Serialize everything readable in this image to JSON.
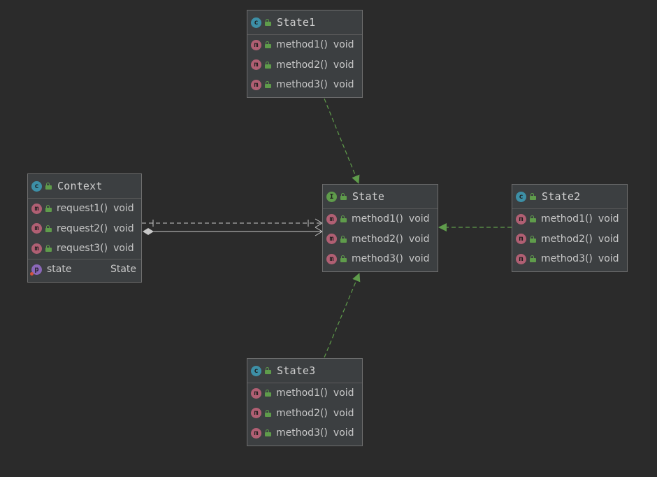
{
  "diagram": {
    "classes": [
      {
        "name": "State1",
        "kind_icon": "class-icon",
        "badge_letter": "c",
        "methods": [
          {
            "name": "method1()",
            "type": "void"
          },
          {
            "name": "method2()",
            "type": "void"
          },
          {
            "name": "method3()",
            "type": "void"
          }
        ]
      },
      {
        "name": "Context",
        "kind_icon": "class-icon",
        "badge_letter": "c",
        "methods": [
          {
            "name": "request1()",
            "type": "void"
          },
          {
            "name": "request2()",
            "type": "void"
          },
          {
            "name": "request3()",
            "type": "void"
          }
        ],
        "properties": [
          {
            "name": "state",
            "type": "State",
            "badge_letter": "p"
          }
        ]
      },
      {
        "name": "State",
        "kind_icon": "interface-icon",
        "badge_letter": "I",
        "methods": [
          {
            "name": "method1()",
            "type": "void"
          },
          {
            "name": "method2()",
            "type": "void"
          },
          {
            "name": "method3()",
            "type": "void"
          }
        ]
      },
      {
        "name": "State2",
        "kind_icon": "class-icon",
        "badge_letter": "c",
        "methods": [
          {
            "name": "method1()",
            "type": "void"
          },
          {
            "name": "method2()",
            "type": "void"
          },
          {
            "name": "method3()",
            "type": "void"
          }
        ]
      },
      {
        "name": "State3",
        "kind_icon": "class-icon",
        "badge_letter": "c",
        "methods": [
          {
            "name": "method1()",
            "type": "void"
          },
          {
            "name": "method2()",
            "type": "void"
          },
          {
            "name": "method3()",
            "type": "void"
          }
        ]
      }
    ],
    "method_badge_letter": "m",
    "relations": [
      {
        "from": "State1",
        "to": "State",
        "kind": "implements"
      },
      {
        "from": "State2",
        "to": "State",
        "kind": "implements"
      },
      {
        "from": "State3",
        "to": "State",
        "kind": "implements"
      },
      {
        "from": "Context",
        "to": "State",
        "kind": "dependency"
      },
      {
        "from": "Context",
        "to": "State",
        "kind": "composition"
      }
    ],
    "colors": {
      "background": "#2b2b2b",
      "node_fill": "#3c3f41",
      "implements_edge": "#5f9c4b",
      "association_edge": "#c8c8c8",
      "class_badge": "#3d8fa6",
      "interface_badge": "#5f9c4b",
      "method_badge": "#b05f73",
      "property_badge": "#8a67b8"
    }
  }
}
